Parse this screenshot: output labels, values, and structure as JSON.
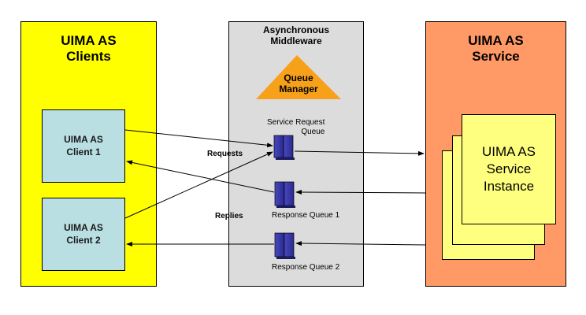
{
  "clients_panel": {
    "title_line1": "UIMA AS",
    "title_line2": "Clients",
    "color": "#ffff00",
    "clients": [
      {
        "line1": "UIMA AS",
        "line2": "Client 1"
      },
      {
        "line1": "UIMA AS",
        "line2": "Client 2"
      }
    ]
  },
  "middleware_panel": {
    "title_line1": "Asynchronous",
    "title_line2": "Middleware",
    "color": "#dcdcdc",
    "queue_manager": {
      "line1": "Queue",
      "line2": "Manager",
      "color": "#f7a11a"
    },
    "queues": [
      {
        "label_line1": "Service Request",
        "label_line2": "Queue"
      },
      {
        "label": "Response  Queue 1"
      },
      {
        "label": "Response  Queue 2"
      }
    ]
  },
  "service_panel": {
    "title_line1": "UIMA AS",
    "title_line2": "Service",
    "color": "#ff9966",
    "instance": {
      "line1": "UIMA AS",
      "line2": "Service",
      "line3": "Instance"
    }
  },
  "flow_labels": {
    "requests": "Requests",
    "replies": "Replies"
  }
}
